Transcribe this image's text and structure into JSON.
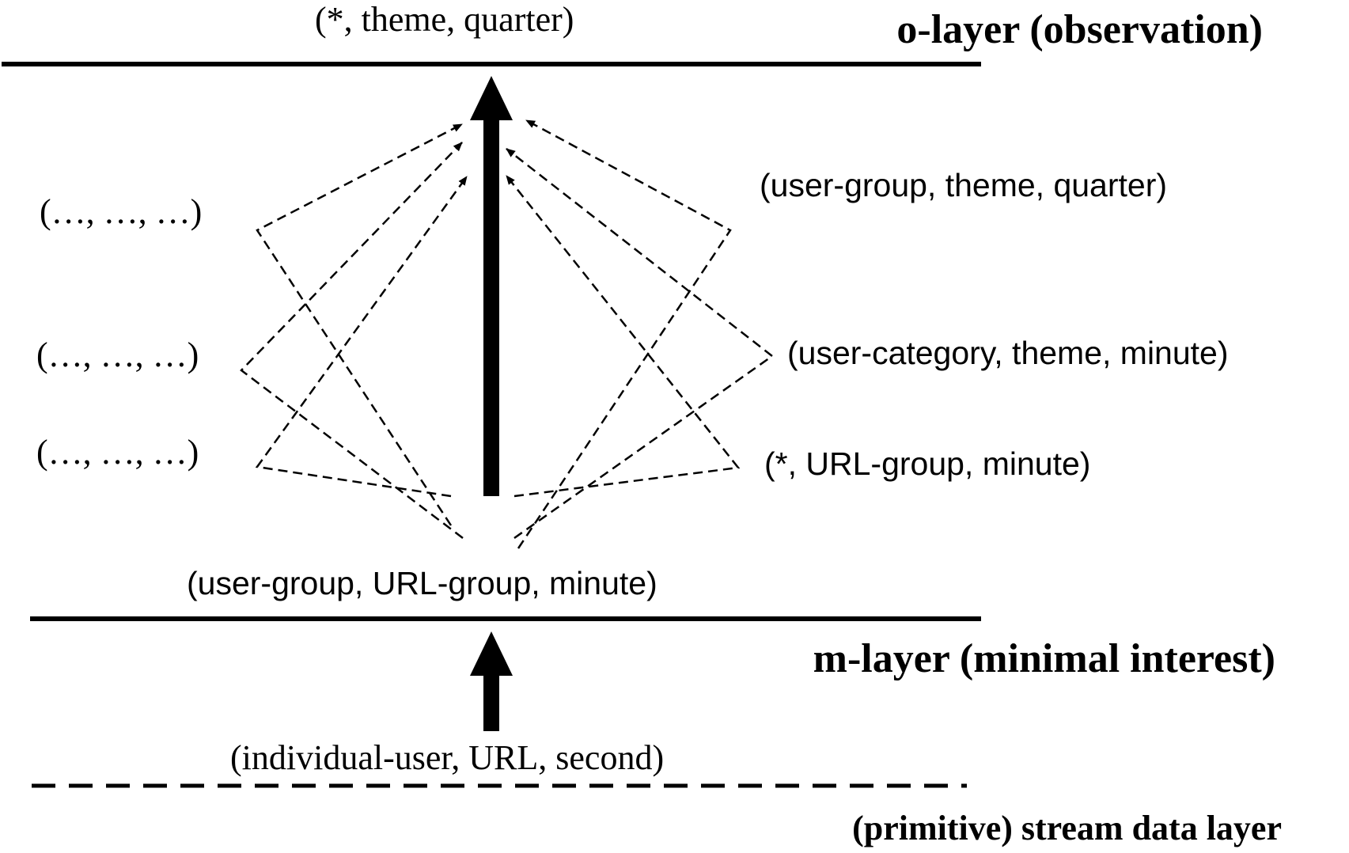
{
  "layers": {
    "o_layer": "o-layer (observation)",
    "m_layer": "m-layer (minimal interest)",
    "stream_layer": "(primitive) stream data layer"
  },
  "nodes": {
    "top": "(*, theme, quarter)",
    "base": "(user-group, URL-group, minute)",
    "primitive": "(individual-user, URL, second)",
    "right_1": "(user-group, theme, quarter)",
    "right_2": "(user-category, theme, minute)",
    "right_3": "(*, URL-group, minute)",
    "left_1": "(…, …, …)",
    "left_2": "(…, …, …)",
    "left_3": "(…, …, …)"
  },
  "colors": {
    "ink": "#000000",
    "background": "#ffffff"
  }
}
